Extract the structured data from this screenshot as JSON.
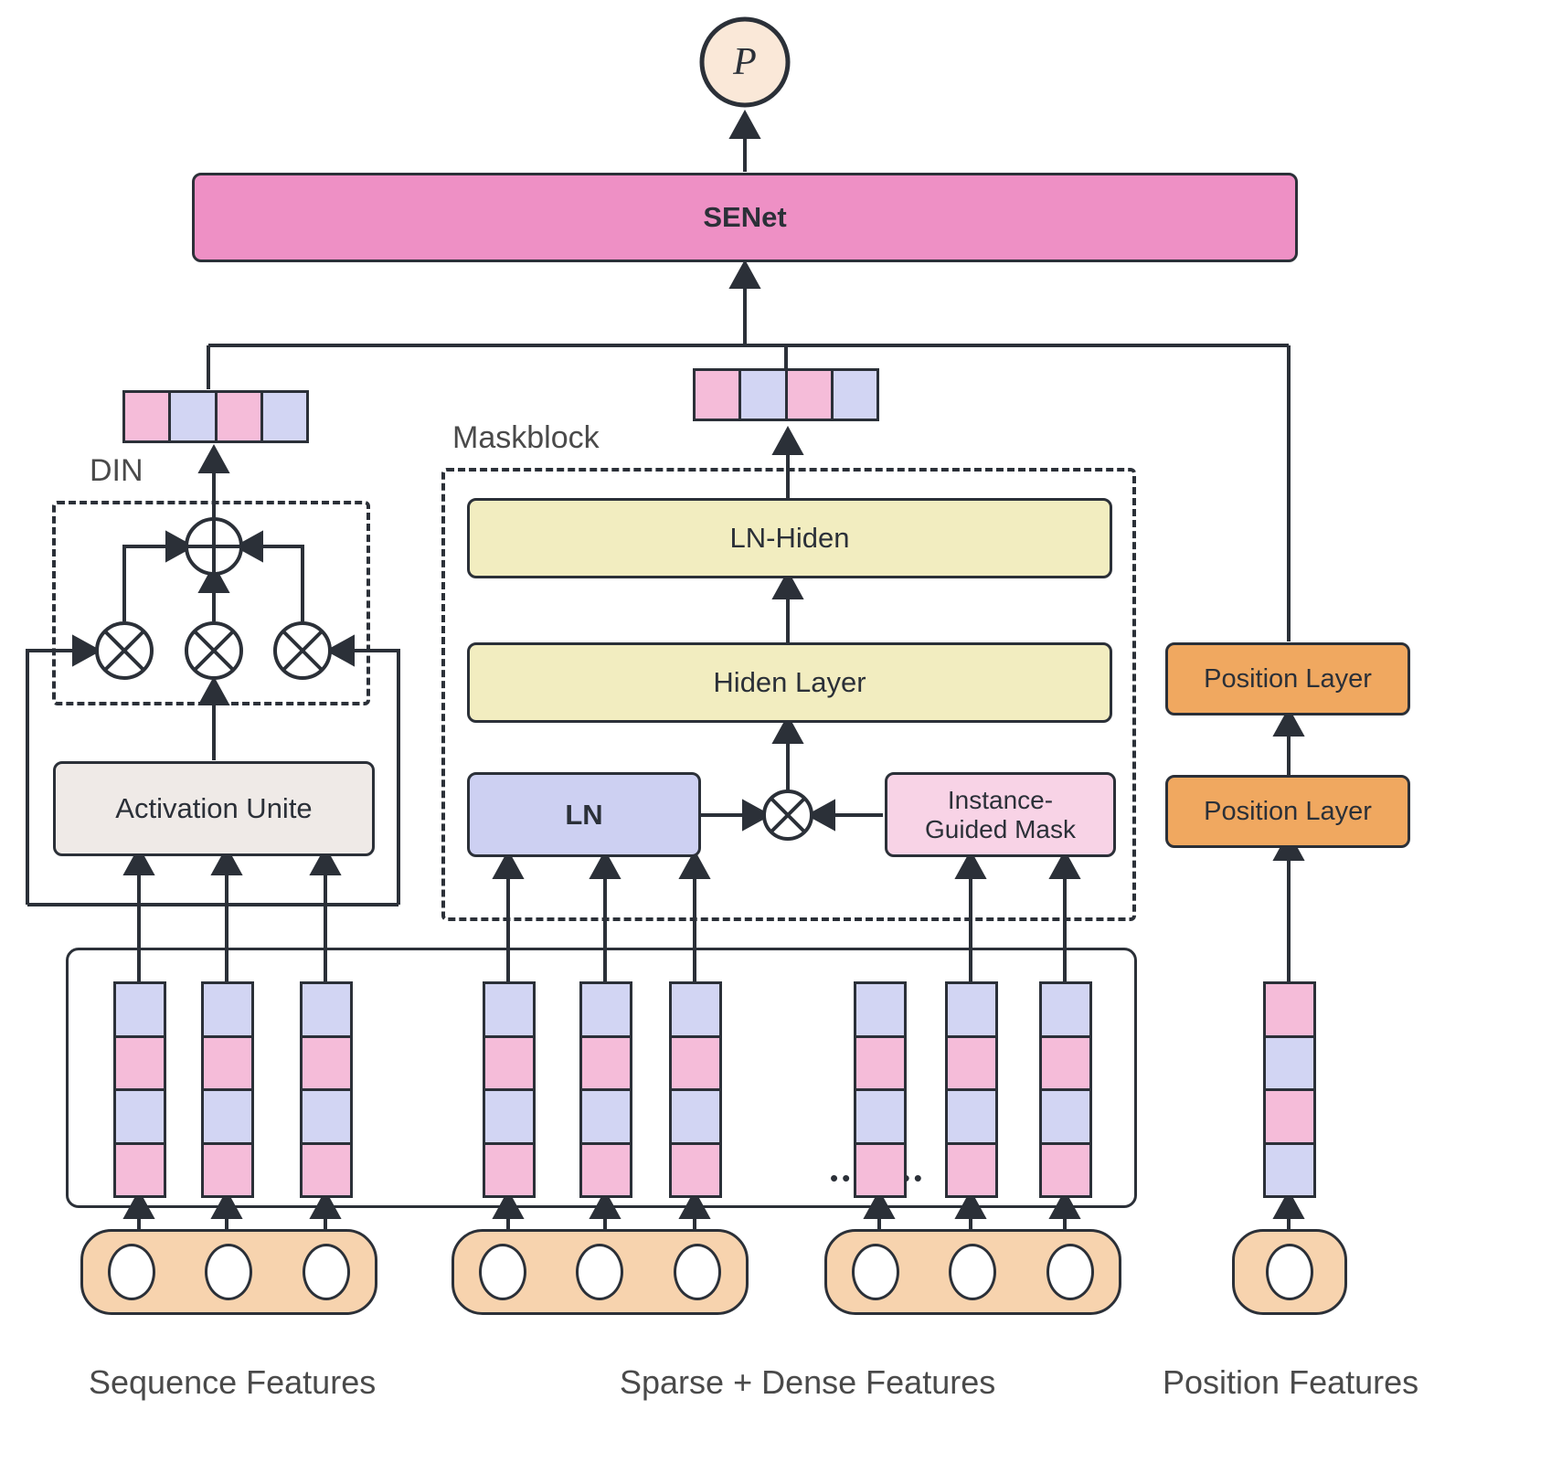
{
  "diagram": {
    "title_node": {
      "label": "P"
    },
    "senet": {
      "label": "SENet",
      "color": "#EE90C5"
    },
    "din": {
      "group_label": "DIN",
      "activation_unit_label": "Activation Unite",
      "activation_color": "#EFEAE7",
      "sum_op": "plus-circle",
      "prod_op": "times-circle"
    },
    "maskblock": {
      "group_label": "Maskblock",
      "ln_hidden_label": "LN-Hiden",
      "hiden_layer_label": "Hiden Layer",
      "ln_label": "LN",
      "instance_mask_label_line1": "Instance-",
      "instance_mask_label_line2": "Guided Mask",
      "hidden_color": "#F2EDC0",
      "ln_color": "#CDD0F2",
      "mask_color": "#F8D3E6"
    },
    "position": {
      "layer_top_label": "Position Layer",
      "layer_bottom_label": "Position Layer",
      "color": "#F0A860"
    },
    "embedding_colors": {
      "blue": "#D2D5F3",
      "pink": "#F5BCD9"
    },
    "embedding_pattern_features": [
      "blue",
      "pink",
      "blue",
      "pink"
    ],
    "embedding_pattern_position": [
      "pink",
      "blue",
      "pink",
      "blue"
    ],
    "top_bar_pattern": [
      "pink",
      "blue",
      "pink",
      "blue"
    ],
    "feature_group_color": "#F7D3AE",
    "ellipsis": "••••••••",
    "footer_labels": {
      "sequence": "Sequence Features",
      "sparse_dense": "Sparse + Dense Features",
      "position": "Position Features"
    }
  }
}
